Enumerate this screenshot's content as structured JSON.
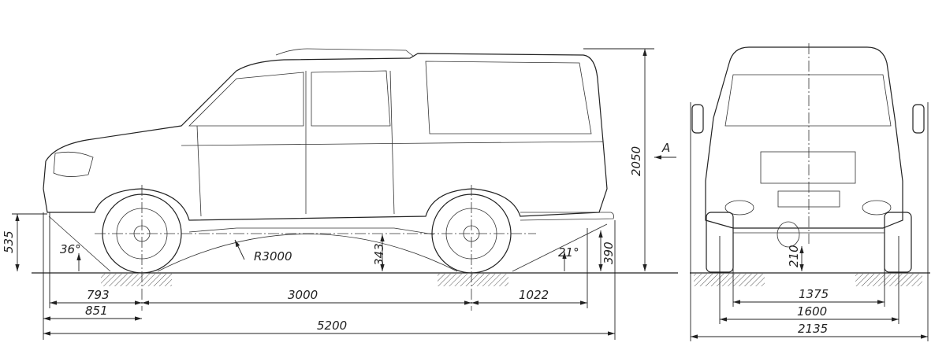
{
  "title": "Vehicle overall dimensions drawing",
  "views": {
    "side": {
      "dimensions": {
        "front_overhang_height": "535",
        "approach_angle": "36°",
        "ramp_radius": "R3000",
        "ground_clearance_mid": "343",
        "departure_angle": "21°",
        "rear_clearance": "390",
        "overall_height": "2050",
        "front_overhang_axle": "793",
        "wheelbase": "3000",
        "rear_overhang": "1022",
        "front_overhang_total": "851",
        "overall_length": "5200"
      },
      "view_marker": "A"
    },
    "front": {
      "dimensions": {
        "ground_clearance_axle": "210",
        "track_inner": "1375",
        "track": "1600",
        "overall_width": "2135"
      }
    }
  }
}
